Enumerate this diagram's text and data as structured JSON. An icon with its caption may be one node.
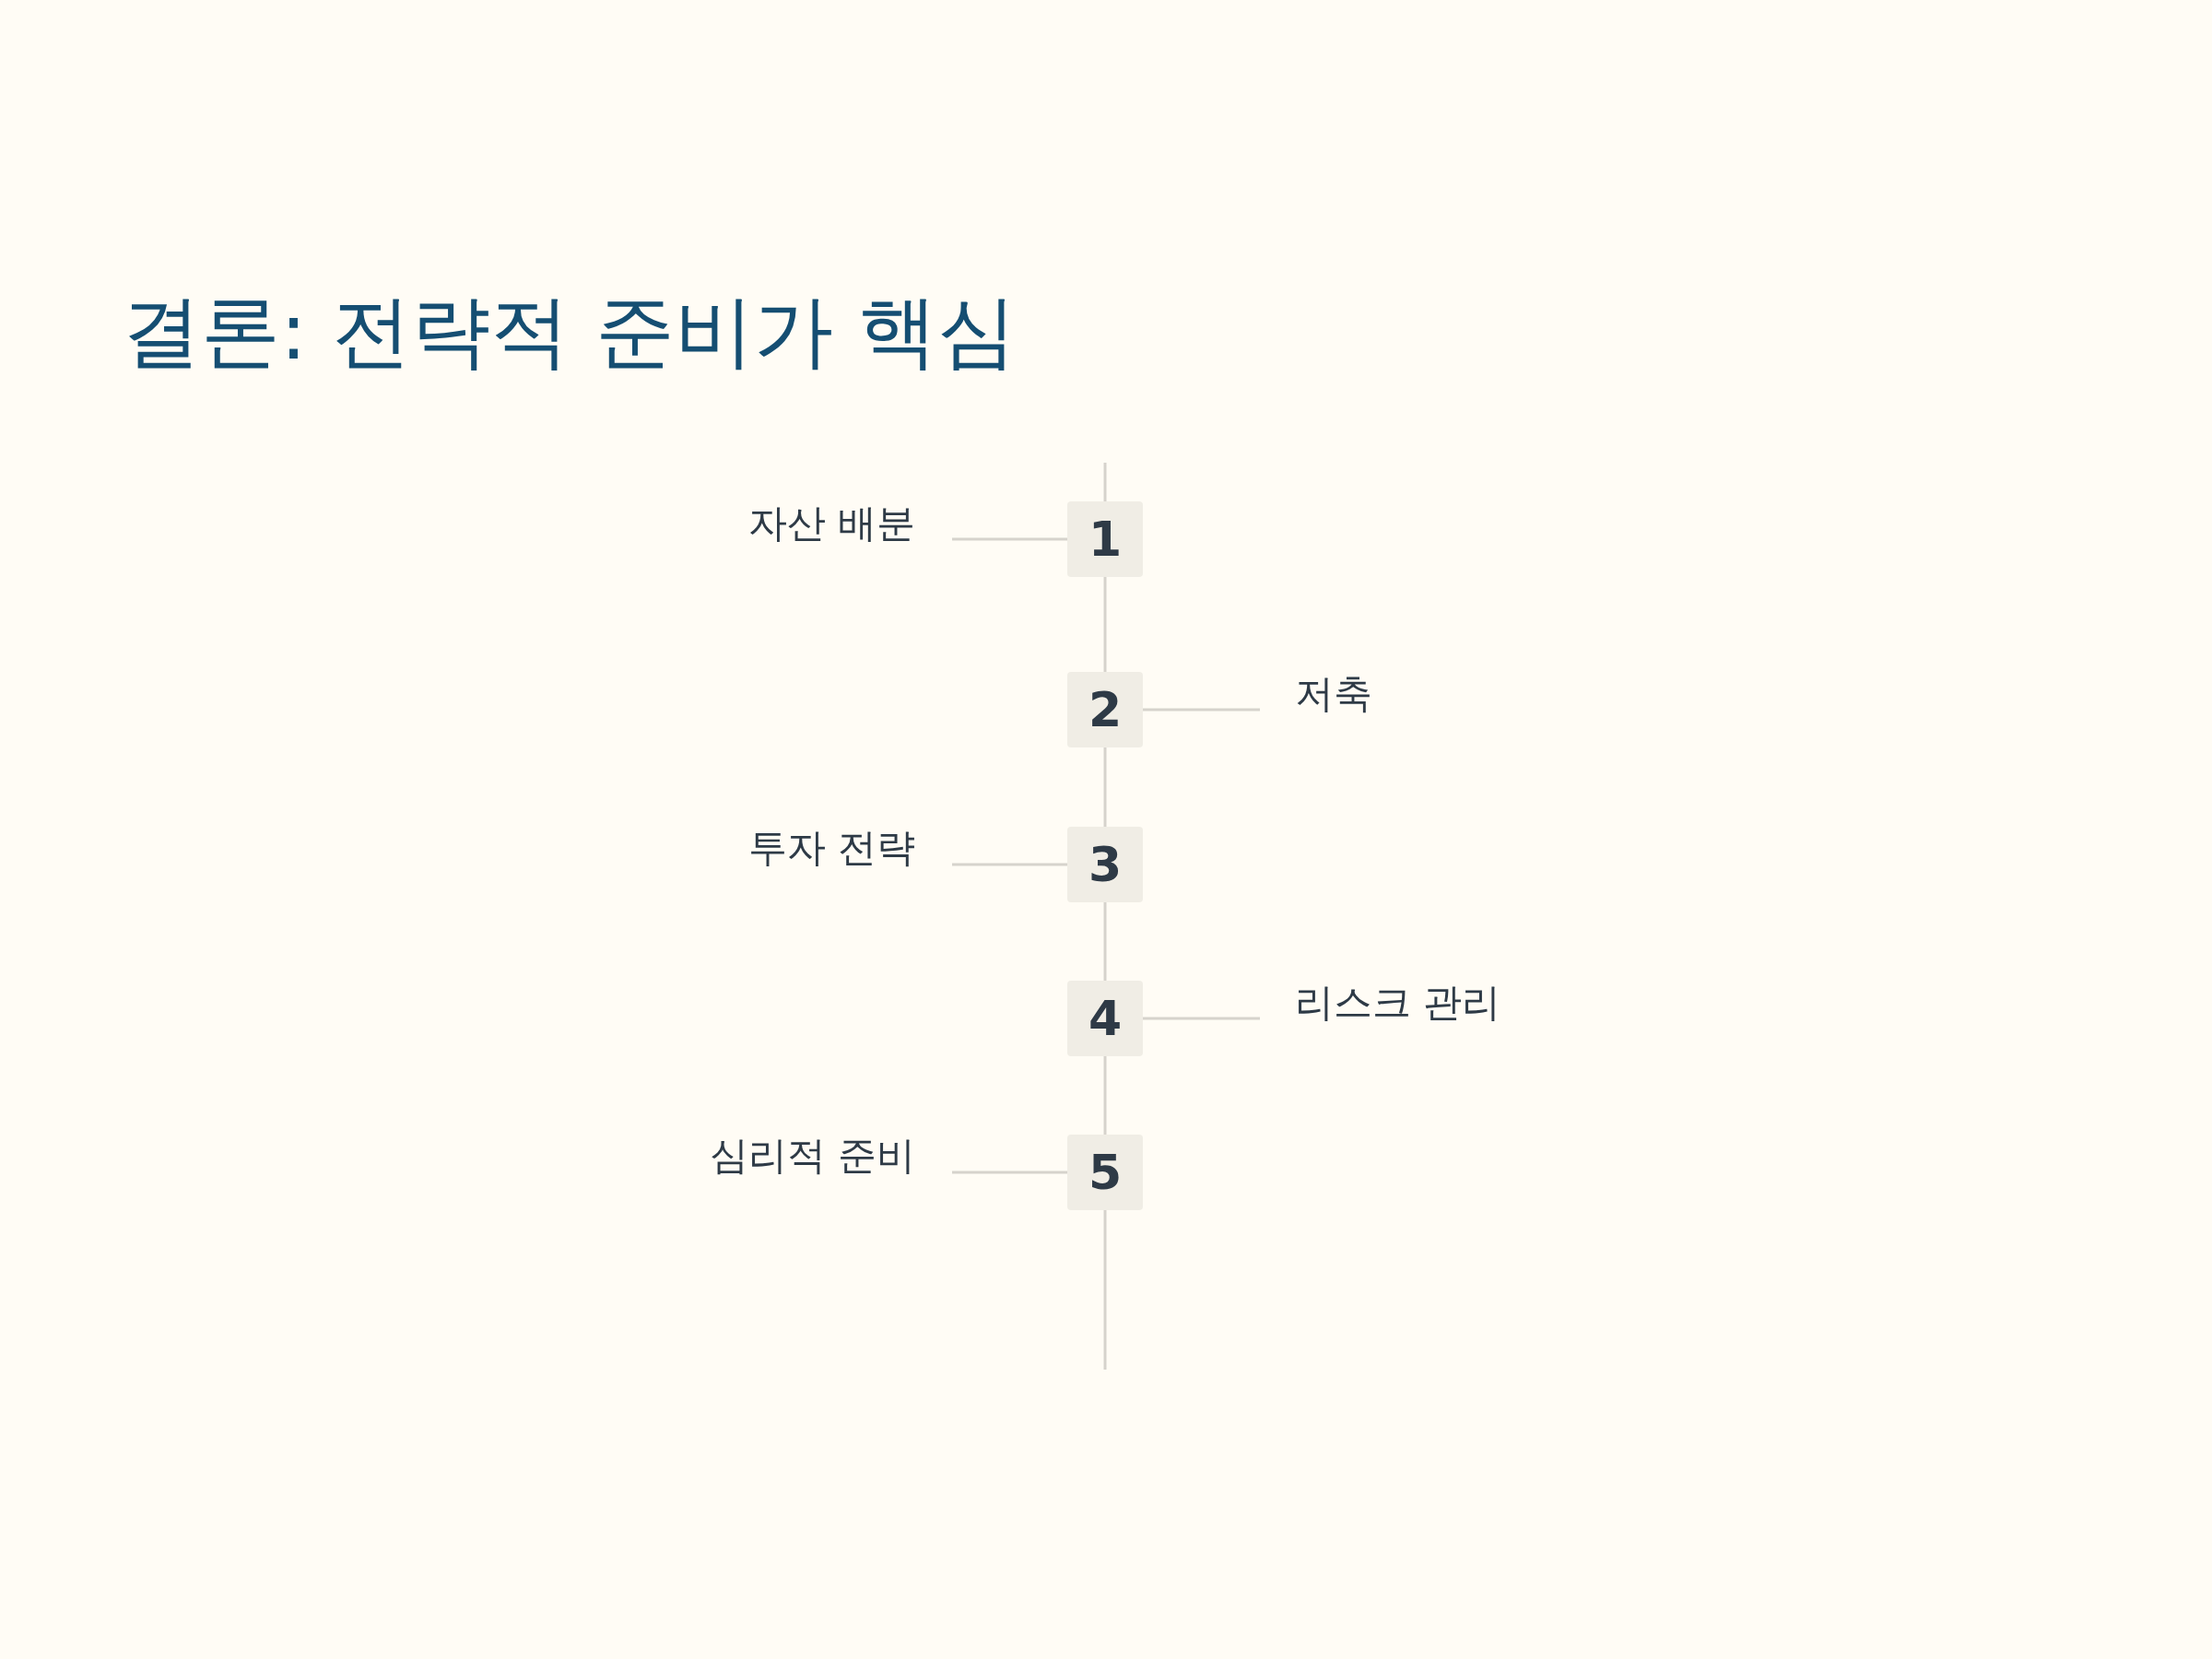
{
  "diagram": {
    "title": "결론: 전략적 준비가 핵심",
    "nodes": [
      {
        "text": [
          "자산 배분"
        ]
      },
      {
        "text": [
          "1"
        ]
      },
      {
        "text": [
          "2"
        ]
      },
      {
        "text": [
          "저축"
        ]
      },
      {
        "text": [
          "투자 전략"
        ]
      },
      {
        "text": [
          "3"
        ]
      },
      {
        "text": [
          "4"
        ]
      },
      {
        "text": [
          "리스크 관리"
        ]
      },
      {
        "text": [
          "심리적 준비"
        ]
      },
      {
        "text": [
          "5"
        ]
      }
    ],
    "edges": [
      {
        "from": 0,
        "to": 1,
        "arrow": "none"
      },
      {
        "from": 2,
        "to": 3,
        "arrow": "none"
      },
      {
        "from": 4,
        "to": 5,
        "arrow": "none"
      },
      {
        "from": 6,
        "to": 7,
        "arrow": "none"
      },
      {
        "from": 8,
        "to": 9,
        "arrow": "none"
      },
      {
        "from": 1,
        "to": 2,
        "arrow": "none"
      },
      {
        "from": 2,
        "to": 5,
        "arrow": "none"
      },
      {
        "from": 5,
        "to": 6,
        "arrow": "none"
      },
      {
        "from": 6,
        "to": 9,
        "arrow": "none"
      }
    ]
  }
}
